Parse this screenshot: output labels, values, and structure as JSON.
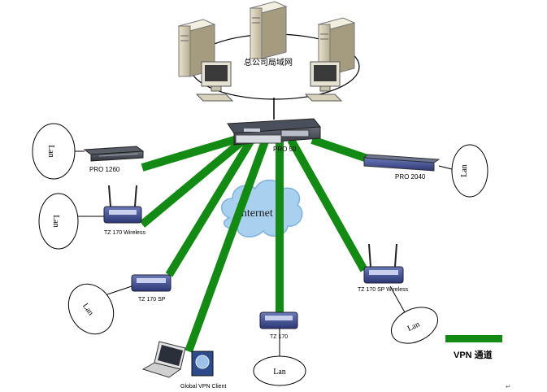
{
  "hq_lan_label": "总公司局域网",
  "internet_label": "Internet",
  "central_device_label": "PRO 50",
  "devices": {
    "pro1260": "PRO 1260",
    "pro2040": "PRO 2040",
    "tz170_wireless": "TZ 170 Wireless",
    "tz170_sp": "TZ 170 SP",
    "tz170": "TZ 170",
    "tz170_sp_wireless": "TZ 170 SP Wireless",
    "vpn_client": "Global VPN Client"
  },
  "lan_label": "Lan",
  "legend": {
    "label": "VPN 通道",
    "color": "#138a13"
  },
  "colors": {
    "vpn_tunnel": "#138a13",
    "cloud": "#a9d1ef",
    "device_blue": "#3b4b8f"
  }
}
